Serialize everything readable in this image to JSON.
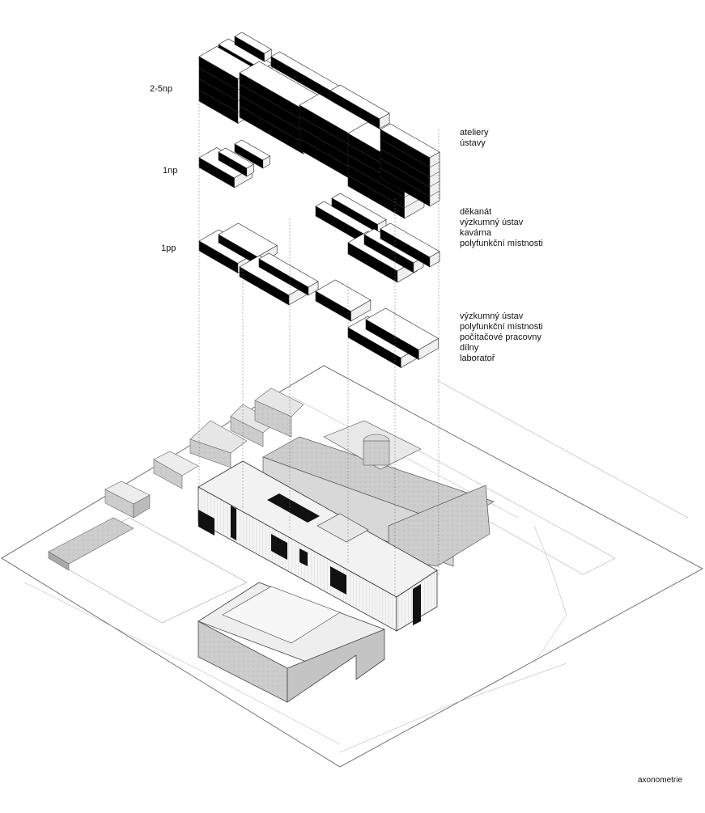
{
  "levels": [
    {
      "id": "upper",
      "label": "2-5np"
    },
    {
      "id": "ground",
      "label": "1np"
    },
    {
      "id": "basement",
      "label": "1pp"
    }
  ],
  "programs": [
    {
      "id": "upper",
      "lines": [
        "ateliery",
        "ústavy"
      ]
    },
    {
      "id": "ground",
      "lines": [
        "děkanát",
        "výzkumný ústav",
        "kavárna",
        "polyfunkční místnosti"
      ]
    },
    {
      "id": "basement",
      "lines": [
        "výzkumný ústav",
        "polyfunkční místnosti",
        "počítačové pracovny",
        "dílny",
        "laboratoř"
      ]
    }
  ],
  "caption": "axonometrie",
  "colors": {
    "mass_dark": "#000000",
    "mass_top": "#ffffff",
    "concrete": "#cfcfcf",
    "line": "#333333"
  }
}
